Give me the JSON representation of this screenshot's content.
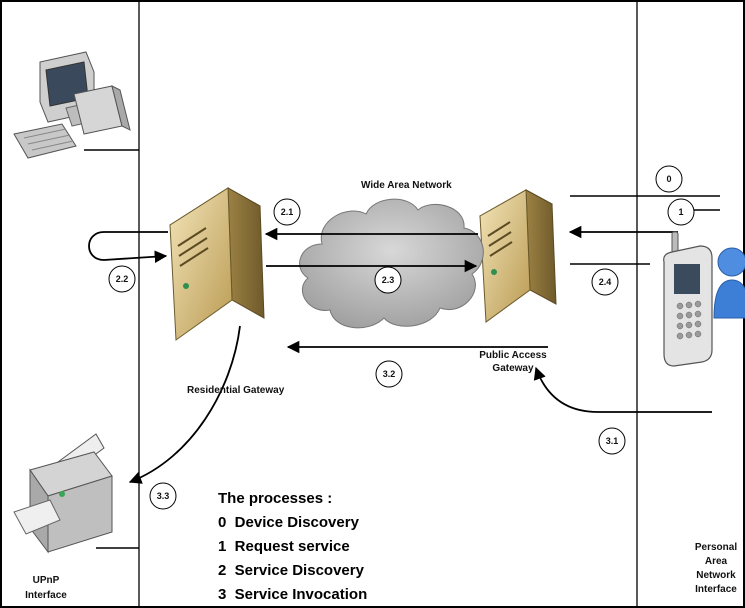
{
  "labels": {
    "wan": "Wide Area Network",
    "residential_gateway": "Residential Gateway",
    "public_access_gateway_line1": "Public Access",
    "public_access_gateway_line2": "Gateway",
    "upnp_line1": "UPnP",
    "upnp_line2": "Interface",
    "pan_line1": "Personal",
    "pan_line2": "Area",
    "pan_line3": "Network",
    "pan_line4": "Interface"
  },
  "steps": [
    "0",
    "1",
    "2.1",
    "2.2",
    "2.3",
    "2.4",
    "3.1",
    "3.2",
    "3.3"
  ],
  "legend": {
    "title": "The processes :",
    "items": [
      "0  Device Discovery",
      "1  Request service",
      "2  Service Discovery",
      "3  Service Invocation"
    ]
  },
  "colors": {
    "line": "#000000",
    "cloud": "#c4c4c4",
    "server": "#d9c28a",
    "person": "#3d7fd6"
  }
}
